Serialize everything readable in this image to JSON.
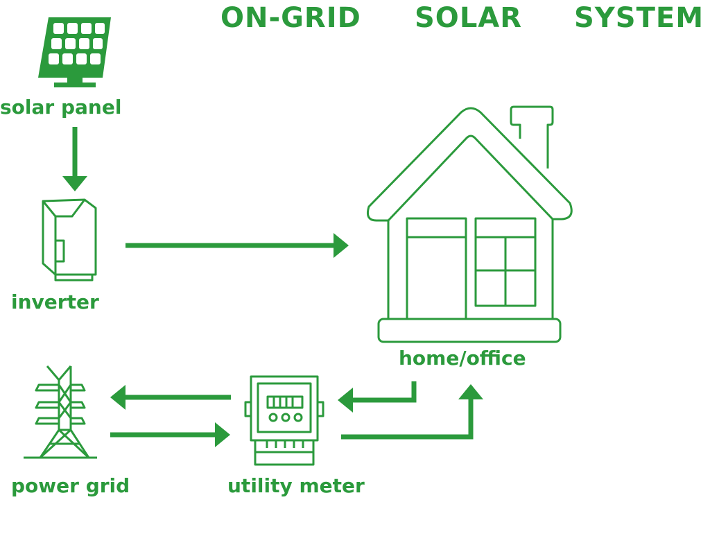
{
  "colors": {
    "accent": "#2b9a3c",
    "background": "#ffffff"
  },
  "title": {
    "words": [
      "ON-GRID",
      "SOLAR",
      "SYSTEM"
    ]
  },
  "nodes": {
    "solar_panel": {
      "label": "solar panel",
      "icon": "solar-panel-icon"
    },
    "inverter": {
      "label": "inverter",
      "icon": "inverter-icon"
    },
    "home_office": {
      "label": "home/office",
      "icon": "house-icon"
    },
    "power_grid": {
      "label": "power grid",
      "icon": "transmission-tower-icon"
    },
    "utility_meter": {
      "label": "utility meter",
      "icon": "electric-meter-icon"
    }
  },
  "edges": [
    {
      "from": "solar panel",
      "to": "inverter"
    },
    {
      "from": "inverter",
      "to": "home/office"
    },
    {
      "from": "home/office",
      "to": "utility meter"
    },
    {
      "from": "utility meter",
      "to": "home/office"
    },
    {
      "from": "utility meter",
      "to": "power grid"
    },
    {
      "from": "power grid",
      "to": "utility meter"
    }
  ]
}
